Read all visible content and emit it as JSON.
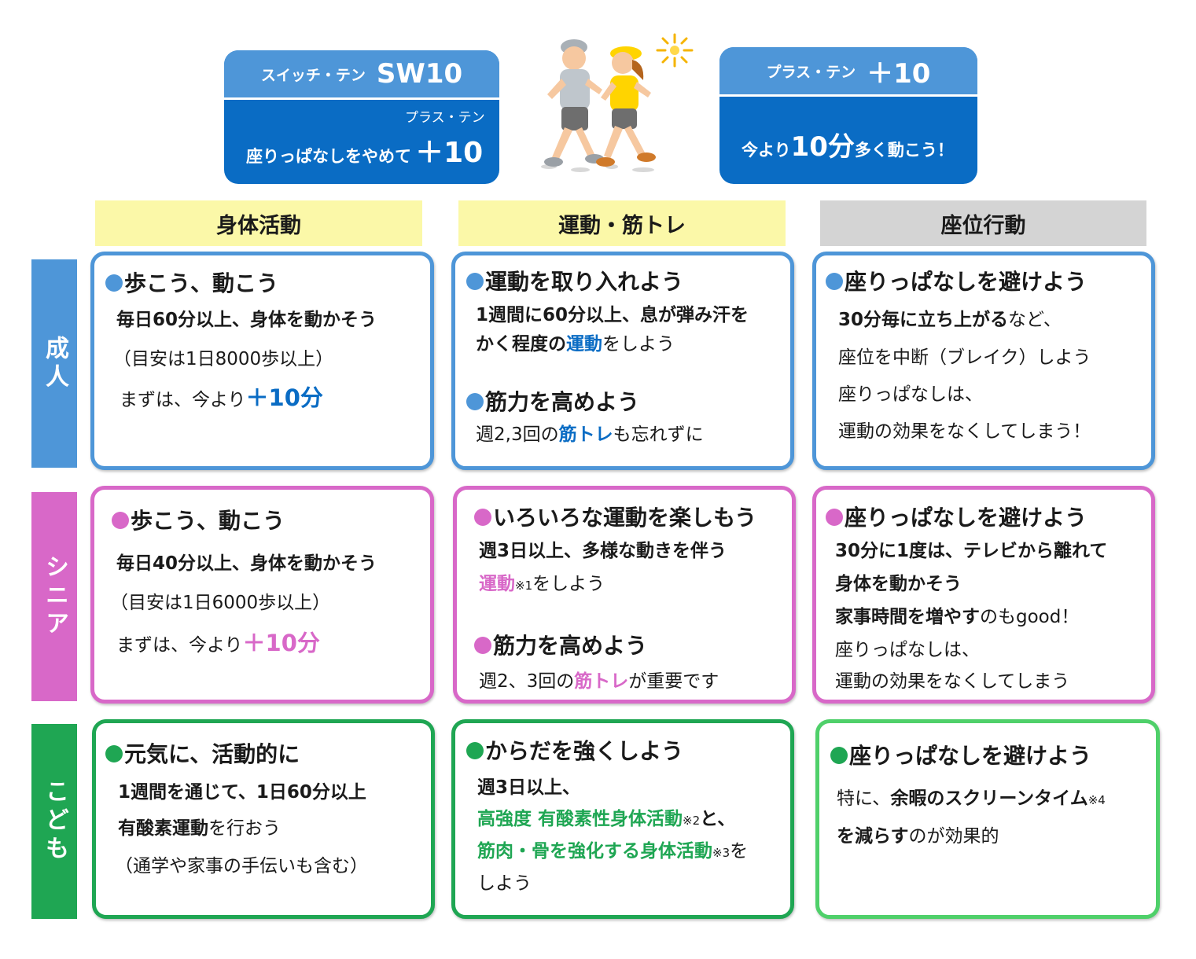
{
  "colors": {
    "blue": "#4e96d8",
    "blue_dark": "#0a6cc4",
    "pink": "#d868c8",
    "green": "#1fa653",
    "green_light": "#4fd06a",
    "yellow": "#fbf8a8",
    "gray": "#d4d4d4"
  },
  "banners": {
    "left": {
      "small": "スイッチ・テン",
      "big": "SW10",
      "ruby": "プラス・テン",
      "body_text": "座りっぱなしをやめて",
      "body_big": "＋10"
    },
    "right": {
      "small": "プラス・テン",
      "big": "＋10",
      "body_pre": "今より",
      "body_big": "10分",
      "body_post": "多く動こう！"
    },
    "illustration": "walking-couple-icon"
  },
  "columns": [
    "身体活動",
    "運動・筋トレ",
    "座位行動"
  ],
  "rows": [
    "成人",
    "シニア",
    "こども"
  ],
  "adult": {
    "physical": {
      "title": "歩こう、動こう",
      "l1": "毎日60分以上、身体を動かそう",
      "l2": "（目安は1日8000歩以上）",
      "l3_pre": "まずは、今より",
      "l3_hl": "＋10分"
    },
    "exercise": {
      "title1": "運動を取り入れよう",
      "l1": "1週間に60分以上、息が弾み汗を",
      "l2_pre": "かく程度の",
      "l2_hl": "運動",
      "l2_post": "をしよう",
      "title2": "筋力を高めよう",
      "l3_pre": "週2,3回の",
      "l3_hl": "筋トレ",
      "l3_post": "も忘れずに"
    },
    "sedentary": {
      "title": "座りっぱなしを避けよう",
      "l1_bold": "30分毎に立ち上がる",
      "l1_post": "など、",
      "l2": "座位を中断（ブレイク）しよう",
      "l3": "座りっぱなしは、",
      "l4": "運動の効果をなくしてしまう！"
    }
  },
  "senior": {
    "physical": {
      "title": "歩こう、動こう",
      "l1": "毎日40分以上、身体を動かそう",
      "l2": "（目安は1日6000歩以上）",
      "l3_pre": "まずは、今より",
      "l3_hl": "＋10分"
    },
    "exercise": {
      "title1": "いろいろな運動を楽しもう",
      "l1": "週3日以上、多様な動きを伴う",
      "l2_hl": "運動",
      "l2_note": "※1",
      "l2_post": "をしよう",
      "title2": "筋力を高めよう",
      "l3_pre": "週2、3回の",
      "l3_hl": "筋トレ",
      "l3_post": "が重要です"
    },
    "sedentary": {
      "title": "座りっぱなしを避けよう",
      "l1": "30分に1度は、テレビから離れて",
      "l2": "身体を動かそう",
      "l3_bold": "家事時間を増やす",
      "l3_post": "のもgood！",
      "l4": "座りっぱなしは、",
      "l5": "運動の効果をなくしてしまう"
    }
  },
  "child": {
    "physical": {
      "title": "元気に、活動的に",
      "l1": "1週間を通じて、1日60分以上",
      "l2_bold": "有酸素運動",
      "l2_post": "を行おう",
      "l3": "（通学や家事の手伝いも含む）"
    },
    "exercise": {
      "title": "からだを強くしよう",
      "l1": "週3日以上、",
      "l2_hl": "高強度 有酸素性身体活動",
      "l2_note": "※2",
      "l2_post": "と、",
      "l3_hl": "筋肉・骨を強化する身体活動",
      "l3_note": "※3",
      "l3_post": "を",
      "l4": "しよう"
    },
    "sedentary": {
      "title": "座りっぱなしを避けよう",
      "l1_pre": "特に、",
      "l1_bold": "余暇のスクリーンタイム",
      "l1_note": "※4",
      "l2_bold": "を減らす",
      "l2_post": "のが効果的"
    }
  }
}
